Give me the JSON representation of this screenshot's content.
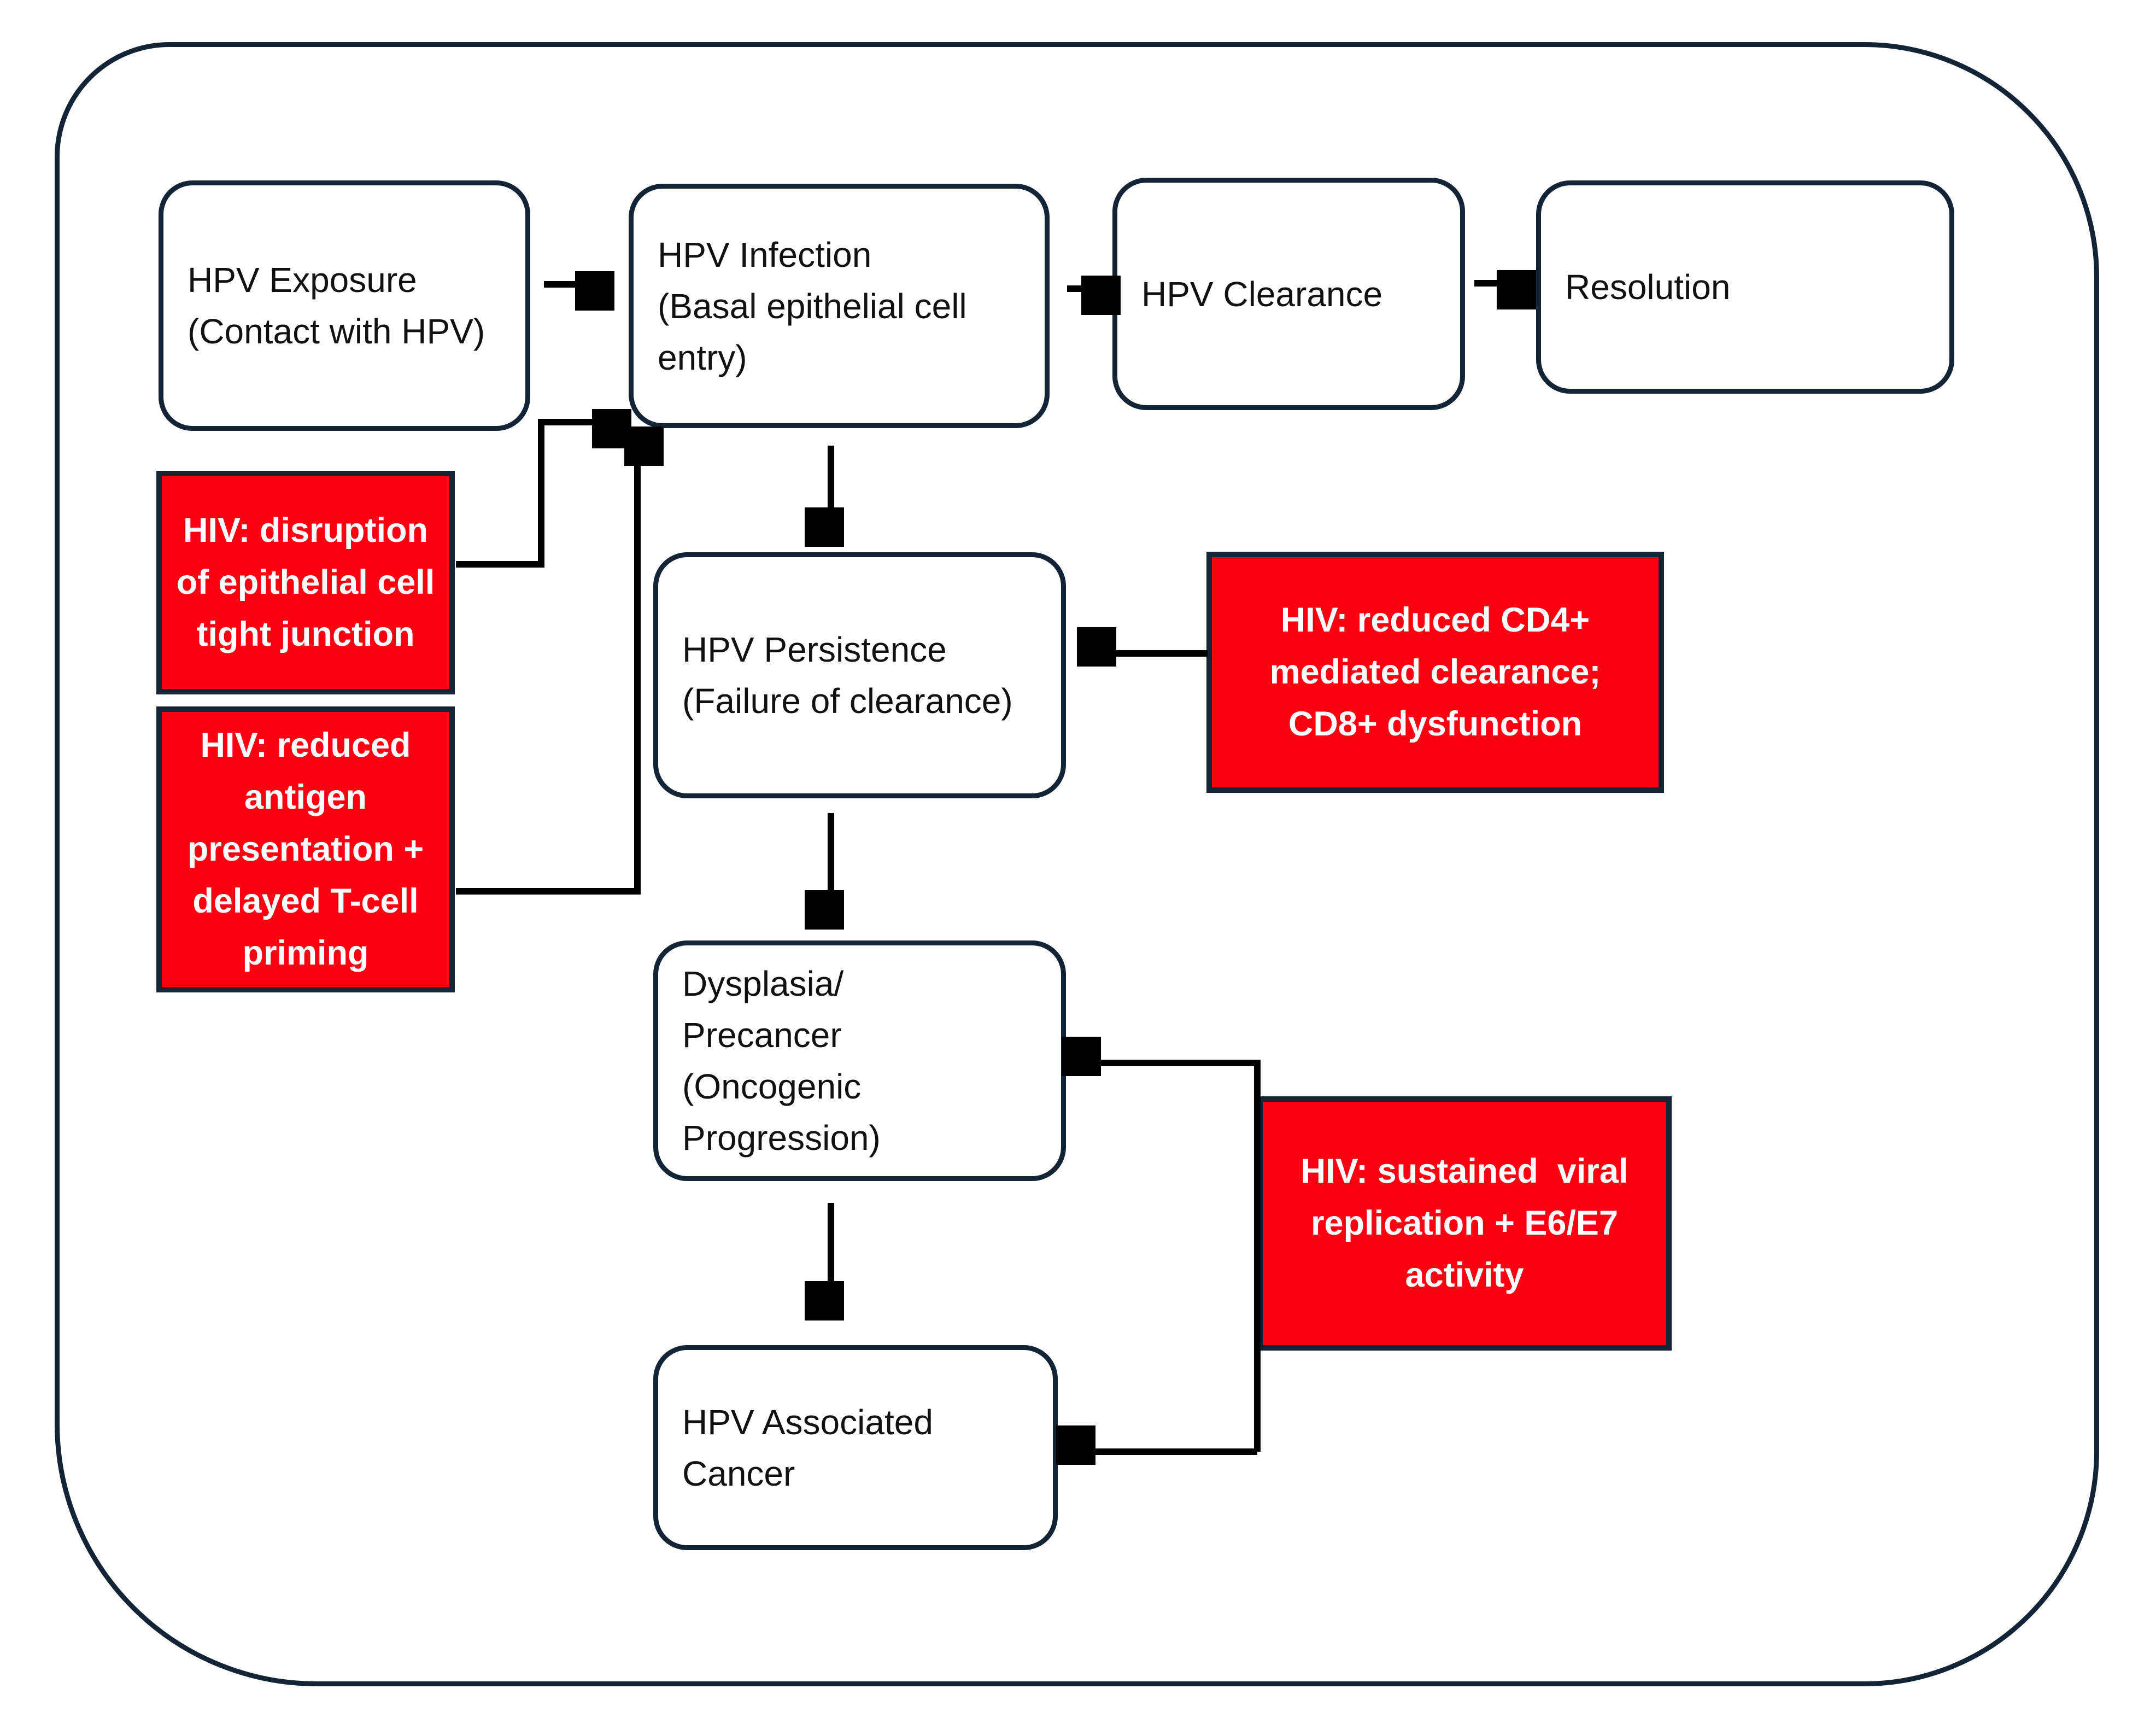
{
  "diagram": {
    "type": "flowchart",
    "colors": {
      "background": "#ffffff",
      "box_border_navy": "#132436",
      "hiv_box_fill_red": "#fb0212",
      "hiv_box_text": "#ffffff",
      "box_text": "#111111",
      "arrow": "#000000"
    },
    "nodes": {
      "exposure": {
        "label": "HPV Exposure\n(Contact with HPV)"
      },
      "infection": {
        "label": "HPV Infection\n(Basal epithelial cell\nentry)"
      },
      "clearance": {
        "label": "HPV Clearance"
      },
      "resolution": {
        "label": "Resolution"
      },
      "persistence": {
        "label": "HPV Persistence\n(Failure of clearance)"
      },
      "dysplasia": {
        "label": "Dysplasia/\nPrecancer\n(Oncogenic\nProgression)"
      },
      "cancer": {
        "label": "HPV Associated\nCancer"
      },
      "hiv_tight_junction": {
        "label": "HIV: disruption\nof epithelial cell\ntight junction"
      },
      "hiv_antigen": {
        "label": "HIV: reduced\nantigen\npresentation +\ndelayed T-cell\npriming"
      },
      "hiv_cd4": {
        "label": "HIV: reduced CD4+\nmediated clearance;\nCD8+ dysfunction"
      },
      "hiv_e6e7": {
        "label": "HIV: sustained  viral\nreplication + E6/E7\nactivity"
      }
    },
    "edges": [
      {
        "from": "exposure",
        "to": "infection"
      },
      {
        "from": "infection",
        "to": "clearance"
      },
      {
        "from": "clearance",
        "to": "resolution"
      },
      {
        "from": "infection",
        "to": "persistence"
      },
      {
        "from": "persistence",
        "to": "dysplasia"
      },
      {
        "from": "dysplasia",
        "to": "cancer"
      },
      {
        "from": "hiv_tight_junction",
        "to": "infection"
      },
      {
        "from": "hiv_antigen",
        "to": "infection"
      },
      {
        "from": "hiv_cd4",
        "to": "persistence"
      },
      {
        "from": "hiv_e6e7",
        "to": "dysplasia"
      },
      {
        "from": "hiv_e6e7",
        "to": "cancer"
      }
    ]
  }
}
